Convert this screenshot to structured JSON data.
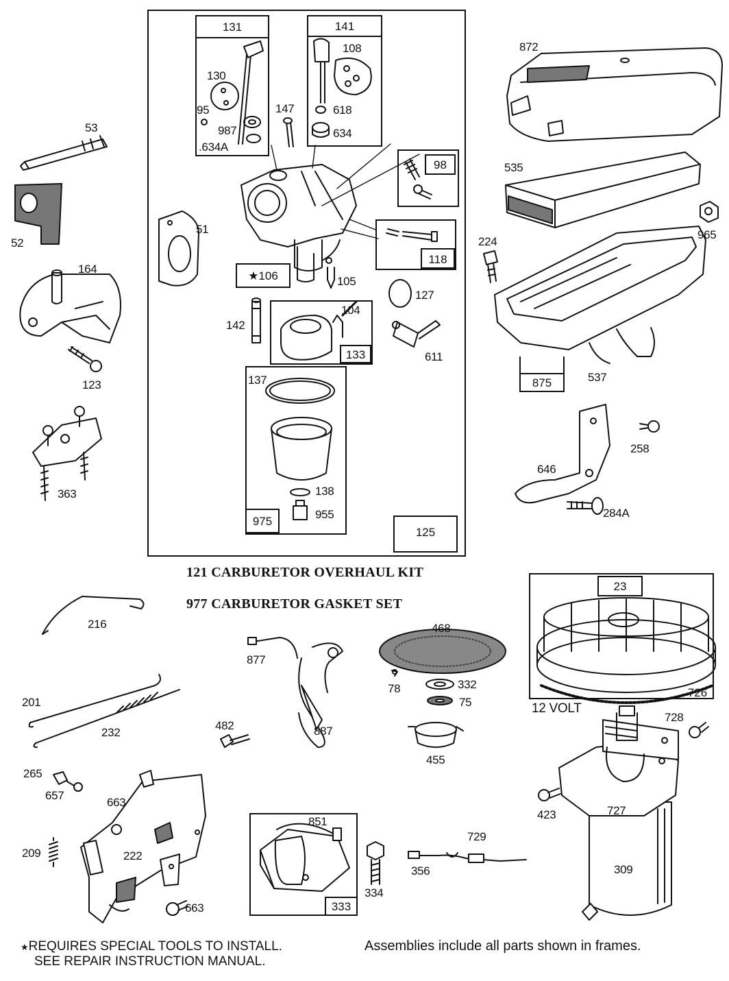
{
  "kits": {
    "overhaul": "121 CARBURETOR OVERHAUL KIT",
    "gasket": "977 CARBURETOR GASKET SET"
  },
  "notes": {
    "special_tools_line1": "REQUIRES SPECIAL TOOLS TO INSTALL.",
    "special_tools_line2": "SEE REPAIR INSTRUCTION MANUAL.",
    "star": "★",
    "assemblies": "Assemblies include all parts shown in frames."
  },
  "voltage_label": "12 VOLT",
  "frame_labels": {
    "f131": "131",
    "f141": "141",
    "f98": "98",
    "f118": "118",
    "f106": "★106",
    "f133": "133",
    "f975": "975",
    "f125": "125",
    "f875": "875",
    "f23": "23",
    "f726": "726",
    "f333": "333"
  },
  "callouts": {
    "p53": "53",
    "p52": "52",
    "p164": "164",
    "p123": "123",
    "p363": "363",
    "p130": "130",
    "p95": "95",
    "p987": "987",
    "p634a": ".634A",
    "p108": "108",
    "p618": "618",
    "p634": "634",
    "p147": "147",
    "p51": "51",
    "p105": "105",
    "p142": "142",
    "p104": "104",
    "p127": "127",
    "p611": "611",
    "p137": "137",
    "p138": "138",
    "p955": "955",
    "p872": "872",
    "p535": "535",
    "p965": "965",
    "p224": "224",
    "p537": "537",
    "p258": "258",
    "p646": "646",
    "p284a": "284A",
    "p216": "216",
    "p201": "201",
    "p232": "232",
    "p482": "482",
    "p877": "877",
    "p887": "887",
    "p468": "468",
    "p78": "78",
    "p332": "332",
    "p75": "75",
    "p455": "455",
    "p728": "728",
    "p423": "423",
    "p727": "727",
    "p309": "309",
    "p265": "265",
    "p657": "657",
    "p663a": "663",
    "p209": "209",
    "p222": "222",
    "p663b": "663",
    "p851": "851",
    "p334": "334",
    "p729": "729",
    "p356": "356"
  }
}
